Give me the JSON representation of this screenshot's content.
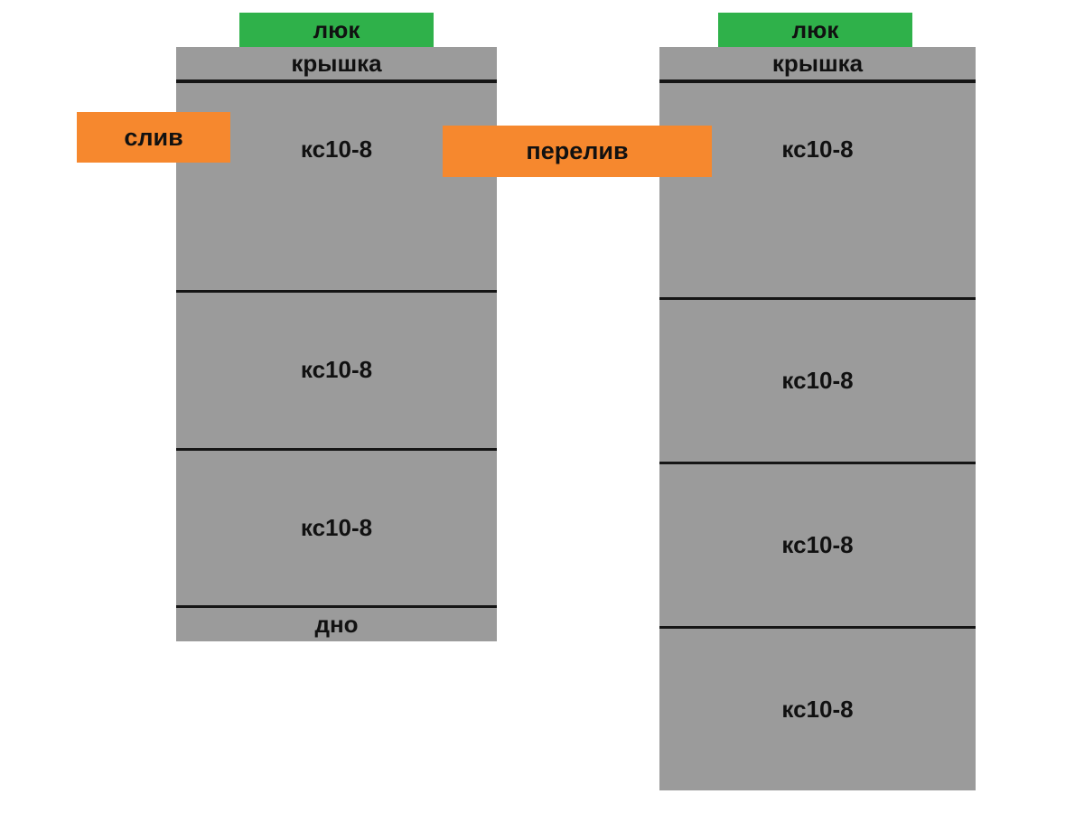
{
  "colors": {
    "gray": "#9b9b9b",
    "green": "#2fb14a",
    "orange": "#f6882e"
  },
  "left_tank": {
    "hatch_label": "люк",
    "cover_label": "крышка",
    "rings": [
      "кс10-8",
      "кс10-8",
      "кс10-8"
    ],
    "bottom_label": "дно"
  },
  "right_tank": {
    "hatch_label": "люк",
    "cover_label": "крышка",
    "rings": [
      "кс10-8",
      "кс10-8",
      "кс10-8",
      "кс10-8"
    ]
  },
  "pipes": {
    "drain_label": "слив",
    "overflow_label": "перелив"
  }
}
